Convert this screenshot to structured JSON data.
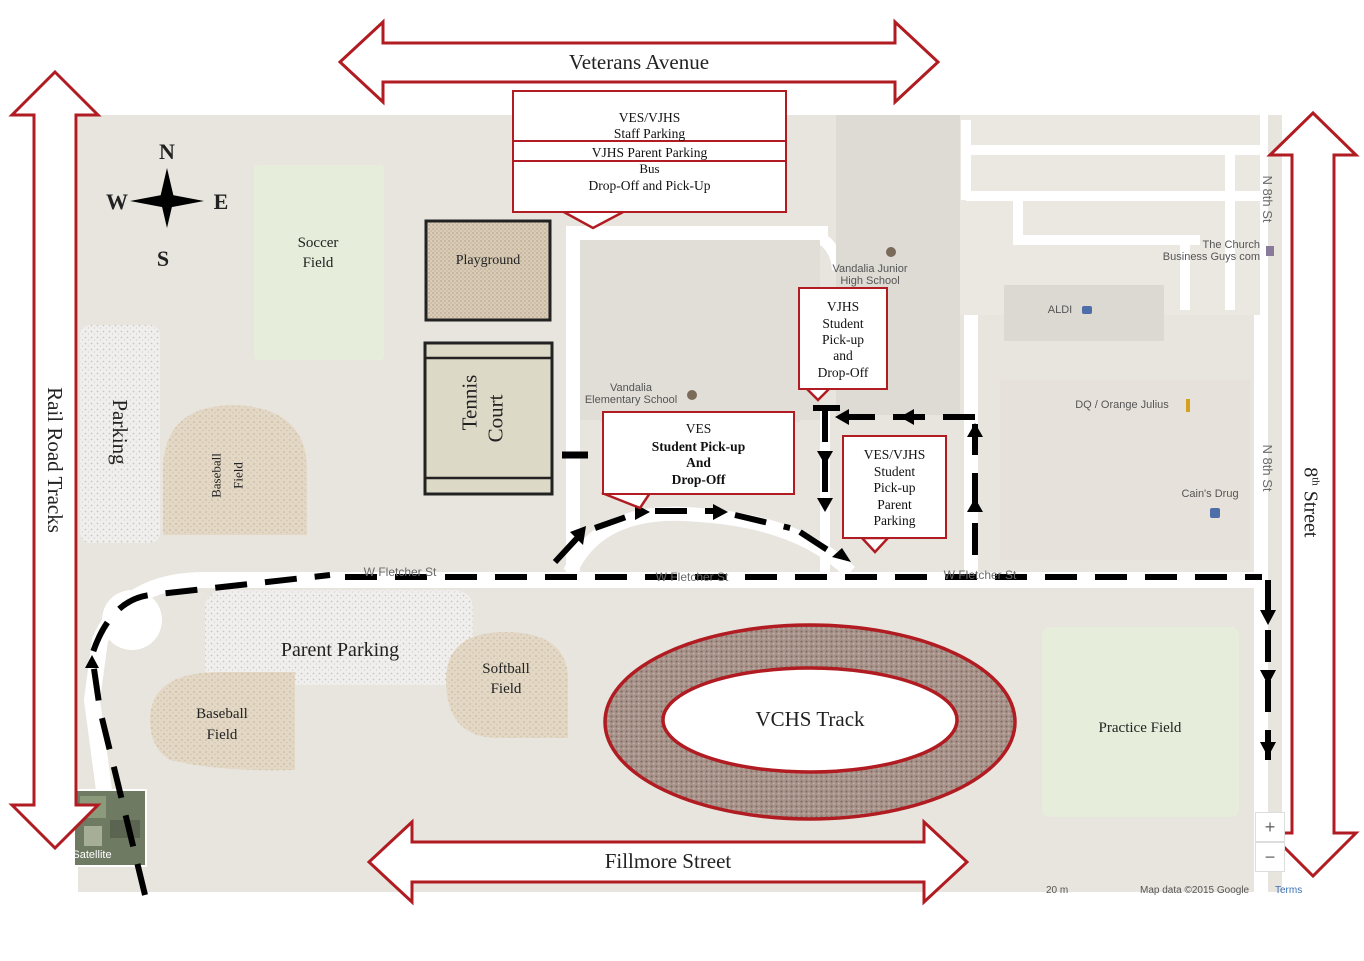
{
  "streets": {
    "north": "Veterans Avenue",
    "south": "Fillmore Street",
    "west": "Rail Road Tracks",
    "east_main": "8",
    "east_sup": "th",
    "east_rest": " Street"
  },
  "compass": {
    "n": "N",
    "s": "S",
    "e": "E",
    "w": "W"
  },
  "fields": {
    "soccer_line1": "Soccer",
    "soccer_line2": "Field",
    "playground": "Playground",
    "tennis_line1": "Tennis",
    "tennis_line2": "Court",
    "parking": "Parking",
    "baseball_upper_line1": "Baseball",
    "baseball_upper_line2": "Field",
    "parent_parking": "Parent Parking",
    "softball_line1": "Softball",
    "softball_line2": "Field",
    "baseball_lower_line1": "Baseball",
    "baseball_lower_line2": "Field",
    "track": "VCHS Track",
    "practice": "Practice Field"
  },
  "callouts": {
    "top_line1": "VES/VJHS",
    "top_line2": "Staff Parking",
    "top_line3": "VJHS Parent Parking",
    "top_line4": "Bus",
    "top_line5": "Drop-Off and Pick-Up",
    "vjhs_line1": "VJHS",
    "vjhs_line2": "Student",
    "vjhs_line3": "Pick-up",
    "vjhs_line4": "and",
    "vjhs_line5": "Drop-Off",
    "ves_line1": "VES",
    "ves_line2": "Student Pick-up",
    "ves_line3": "And",
    "ves_line4": "Drop-Off",
    "parent_line1": "VES/VJHS",
    "parent_line2": "Student",
    "parent_line3": "Pick-up",
    "parent_line4": "Parent",
    "parent_line5": "Parking"
  },
  "map_labels": {
    "street_w_fletcher": "W Fletcher St",
    "street_n8_top": "N 8th St",
    "street_n8_mid": "N 8th St",
    "vjhs_line1": "Vandalia Junior",
    "vjhs_line2": "High School",
    "ves_line1": "Vandalia",
    "ves_line2": "Elementary School",
    "church_line1": "The Church",
    "church_line2": "Business Guys com",
    "aldi": "ALDI",
    "dq": "DQ / Orange Julius",
    "cains": "Cain's Drug"
  },
  "map_ui": {
    "satellite": "Satellite",
    "zoom_in": "+",
    "zoom_out": "−",
    "scale": "20 m",
    "attribution": "Map data ©2015 Google",
    "terms": "Terms"
  },
  "colors": {
    "arrow_red": "#b01c22",
    "map_bg": "#e8e5df",
    "road": "#ffffff",
    "field_green": "#e6eedb",
    "route": "#000000"
  }
}
